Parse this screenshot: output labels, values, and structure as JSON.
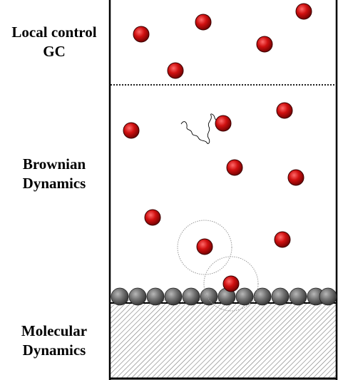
{
  "regions": {
    "top": {
      "line1": "Local control",
      "line2": "GC"
    },
    "middle": {
      "line1": "Brownian",
      "line2": "Dynamics"
    },
    "bottom": {
      "line1": "Molecular",
      "line2": "Dynamics"
    }
  },
  "colors": {
    "particle": "#d01010",
    "particle_highlight": "#ff6a6a",
    "wall_atom": "#6e6e6e",
    "hatch": "#888888",
    "frame": "#000000",
    "influence_circle": "#999999"
  }
}
